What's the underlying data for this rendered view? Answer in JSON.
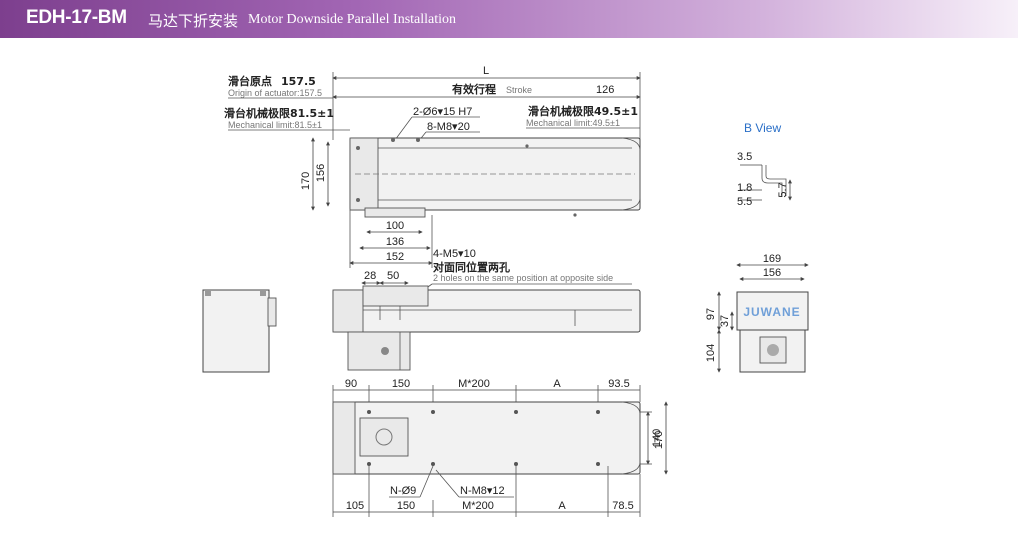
{
  "header": {
    "model": "EDH-17-BM",
    "title_cn": "马达下折安装",
    "title_en": "Motor Downside Parallel Installation"
  },
  "top_view": {
    "origin_cn": "滑台原点",
    "origin_val": "157.5",
    "origin_en": "Origin of actuator:157.5",
    "L": "L",
    "stroke_cn": "有效行程",
    "stroke_en": "Stroke",
    "stroke_right": "126",
    "mech_left_cn": "滑台机械极限81.5±1",
    "mech_left_en": "Mechanical limit:81.5±1",
    "mech_right_cn": "滑台机械极限49.5±1",
    "mech_right_en": "Mechanical limit:49.5±1",
    "pin_holes": "2-Ø6▾15 H7",
    "tap_holes": "8-M8▾20",
    "h170": "170",
    "h156": "156",
    "d100": "100",
    "d136": "136",
    "d152": "152"
  },
  "side_view": {
    "holes": "4-M5▾10",
    "holes_cn": "对面同位置两孔",
    "holes_en": "2 holes on the same position at opposite side",
    "d28": "28",
    "d50": "50"
  },
  "b_view": {
    "label": "B View",
    "d35": "3.5",
    "d18": "1.8",
    "d55": "5.5",
    "d57": "5.7"
  },
  "end_view": {
    "w169": "169",
    "w156": "156",
    "h97": "97",
    "h37": "37",
    "h104": "104",
    "brand": "JUWANE"
  },
  "bottom_view": {
    "top_dims": [
      "90",
      "150",
      "M*200",
      "A",
      "93.5"
    ],
    "bottom_dims": [
      "105",
      "150",
      "M*200",
      "A",
      "78.5"
    ],
    "n_holes": "N-Ø9",
    "nm_holes": "N-M8▾12",
    "h140": "140",
    "h170": "170"
  }
}
